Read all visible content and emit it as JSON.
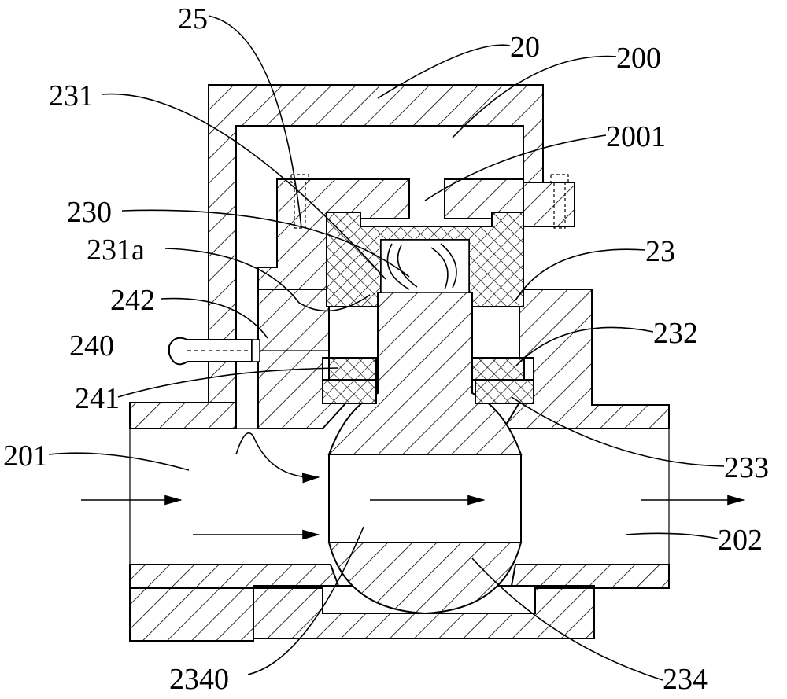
{
  "labels": {
    "l25": "25",
    "l20": "20",
    "l200": "200",
    "l231": "231",
    "l2001": "2001",
    "l230": "230",
    "l231a": "231a",
    "l23": "23",
    "l242": "242",
    "l240": "240",
    "l232": "232",
    "l241": "241",
    "l201": "201",
    "l233": "233",
    "l202": "202",
    "l2340": "2340",
    "l234": "234"
  }
}
